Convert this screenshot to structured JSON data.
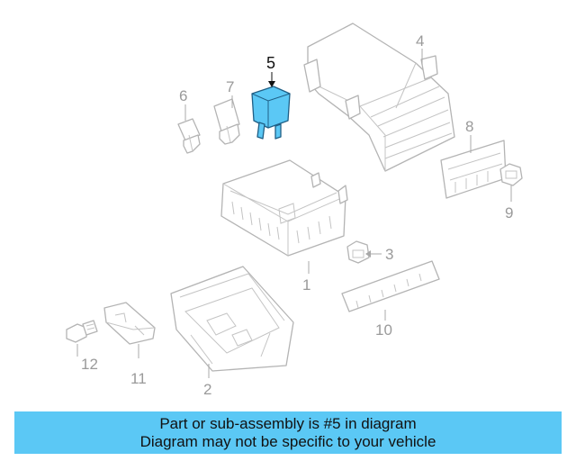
{
  "diagram": {
    "highlight_color": "#5bc8f5",
    "highlighted_part": "5",
    "callouts": {
      "c1": "1",
      "c2": "2",
      "c3": "3",
      "c4": "4",
      "c5": "5",
      "c6": "6",
      "c7": "7",
      "c8": "8",
      "c9": "9",
      "c10": "10",
      "c11": "11",
      "c12": "12"
    }
  },
  "banner": {
    "line1": "Part or sub-assembly is #5 in diagram",
    "line2": "Diagram may not be specific to your vehicle"
  }
}
